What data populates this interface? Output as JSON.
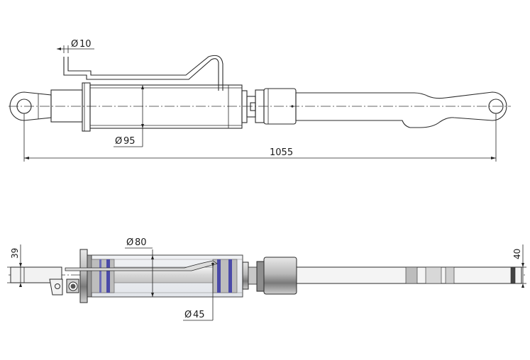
{
  "dimensions": {
    "pin_diameter": "10",
    "cylinder_diameter_top": "95",
    "overall_length": "1055",
    "cylinder_diameter_bottom": "80",
    "rod_diameter": "45",
    "eye_width_left": "39",
    "eye_width_right": "40",
    "diameter_symbol": "Ø"
  },
  "colors": {
    "line": "#2a2a2a",
    "steel_light": "#d9d9d9",
    "steel_mid": "#9a9a9a",
    "steel_dark": "#555555",
    "glass": "#e6e9ee",
    "seal_blue": "#4a4aa8"
  }
}
